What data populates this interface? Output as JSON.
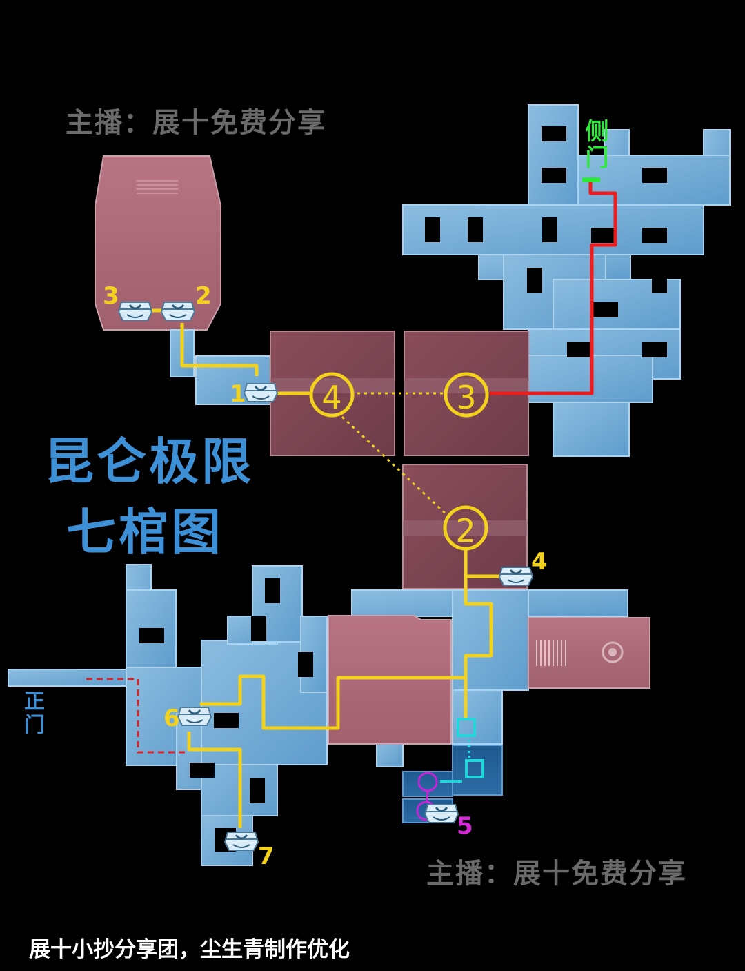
{
  "watermarks": [
    "主播：展十免费分享",
    "主播：展十免费分享"
  ],
  "title": {
    "line1": "昆仑极限",
    "line2": "七棺图"
  },
  "credit": "展十小抄分享团，尘生青制作优化",
  "doors": {
    "side": "侧门",
    "main": "正门"
  },
  "room_markers": [
    "4",
    "3",
    "2"
  ],
  "coffins": [
    {
      "label": "1",
      "icon": "coffin-icon"
    },
    {
      "label": "2",
      "icon": "coffin-icon"
    },
    {
      "label": "3",
      "icon": "coffin-icon"
    },
    {
      "label": "4",
      "icon": "coffin-icon"
    },
    {
      "label": "5",
      "icon": "coffin-icon"
    },
    {
      "label": "6",
      "icon": "coffin-icon"
    },
    {
      "label": "7",
      "icon": "coffin-icon"
    }
  ],
  "colors": {
    "route_main": "#f2d21c",
    "route_side": "#ee1c1c",
    "route_entry": "#d8262a",
    "route_alt": "#c624d6",
    "route_link": "#22d6dc",
    "side_door": "#2ee83a",
    "main_door": "#3d8fd6",
    "title": "#3d8fd6",
    "room_blue": "#7fb2d6",
    "room_pink": "#b07080"
  }
}
